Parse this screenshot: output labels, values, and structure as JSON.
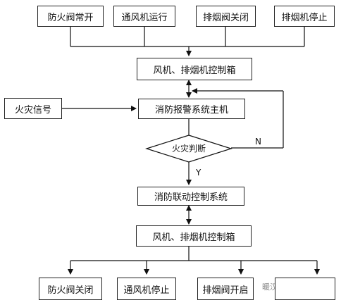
{
  "top_row": [
    "防火阀常开",
    "通风机运行",
    "排烟阀关闭",
    "排烟机停止"
  ],
  "fan_control_box_top": "风机、排烟机控制箱",
  "fire_signal": "火灾信号",
  "fire_alarm_host": "消防报警系统主机",
  "fire_decision": "火灾判断",
  "branch_no": "N",
  "branch_yes": "Y",
  "linkage_control": "消防联动控制系统",
  "fan_control_box_bottom": "风机、排烟机控制箱",
  "bottom_row": [
    "防火阀关闭",
    "通风机停止",
    "排烟阀开启",
    ""
  ],
  "watermark": "暖汉暂消防风机"
}
